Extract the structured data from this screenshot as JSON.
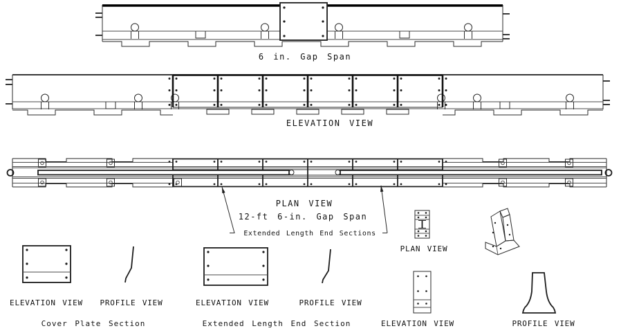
{
  "page": {
    "background": "#ffffff",
    "line_color": "#1c1c1c"
  },
  "views": {
    "gap_span_6in": {
      "caption": "6 in. Gap Span"
    },
    "main_elevation": {
      "caption": "ELEVATION VIEW"
    },
    "main_plan": {
      "caption": "PLAN VIEW",
      "subcaption": "12-ft 6-in. Gap Span",
      "callout": "Extended Length End Sections"
    },
    "cover_plate_section": {
      "elevation_label": "ELEVATION VIEW",
      "profile_label": "PROFILE VIEW",
      "caption": "Cover Plate Section"
    },
    "extended_length_end_section": {
      "elevation_label": "ELEVATION VIEW",
      "profile_label": "PROFILE VIEW",
      "caption": "Extended Length End Section"
    },
    "connector_assembly": {
      "plan_label": "PLAN VIEW",
      "elevation_label": "ELEVATION VIEW",
      "profile_label": "PROFILE VIEW"
    }
  }
}
